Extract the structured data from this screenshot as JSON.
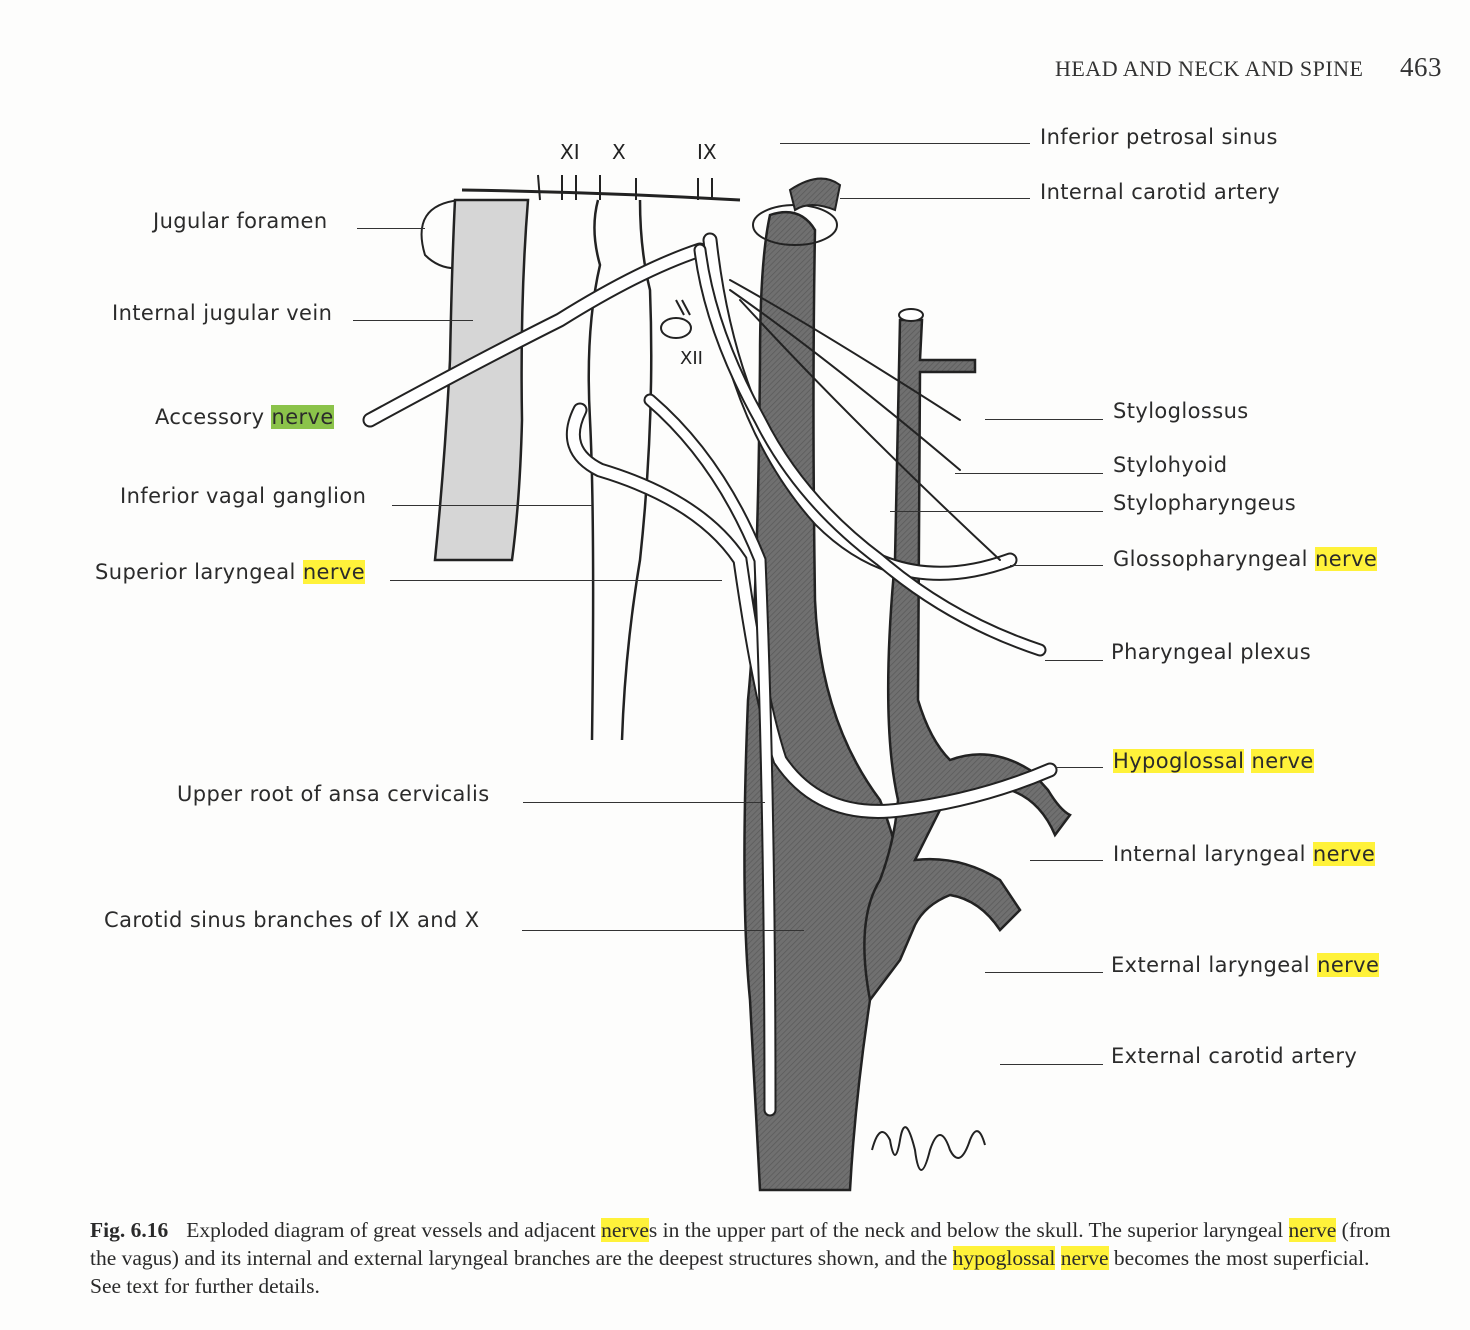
{
  "running_head": {
    "title": "HEAD AND NECK AND SPINE",
    "page_number": "463"
  },
  "cranial_nerves": {
    "xi": "XI",
    "x": "X",
    "ix": "IX",
    "xii": "XII"
  },
  "labels_left": {
    "jugular_foramen": "Jugular foramen",
    "internal_jugular_vein": "Internal jugular vein",
    "accessory": {
      "text": "Accessory",
      "highlight": "nerve"
    },
    "inferior_vagal_ganglion": "Inferior vagal ganglion",
    "superior_laryngeal": {
      "text": "Superior laryngeal",
      "highlight": "nerve"
    },
    "upper_root_ansa": "Upper root of ansa cervicalis",
    "carotid_sinus": "Carotid sinus branches of IX and X"
  },
  "labels_right": {
    "inferior_petrosal_sinus": "Inferior petrosal sinus",
    "internal_carotid_artery": "Internal carotid artery",
    "styloglossus": "Styloglossus",
    "stylohyoid": "Stylohyoid",
    "stylopharyngeus": "Stylopharyngeus",
    "glossopharyngeal": {
      "text": "Glossopharyngeal",
      "highlight": "nerve"
    },
    "pharyngeal_plexus": "Pharyngeal plexus",
    "hypoglossal": {
      "highlight1": "Hypoglossal",
      "highlight2": "nerve"
    },
    "internal_laryngeal": {
      "text": "Internal laryngeal",
      "highlight": "nerve"
    },
    "external_laryngeal": {
      "text": "External laryngeal",
      "highlight": "nerve"
    },
    "external_carotid_artery": "External carotid artery"
  },
  "caption": {
    "fig": "Fig. 6.16",
    "p1": "Exploded diagram of great vessels and adjacent ",
    "h1": "nerve",
    "p2": "s in the upper part of the neck and below the skull. The superior laryngeal ",
    "h2": "nerve",
    "p3": " (from the vagus) and its internal and external laryngeal branches are the deepest structures shown, and the ",
    "h3": "hypoglossal",
    "p4": " ",
    "h4": "nerve",
    "p5": " becomes the most superficial. See text for further details."
  },
  "colors": {
    "highlight_yellow": "#fff23a",
    "highlight_green": "#8bc34a",
    "artery_fill": "#6e6e6e",
    "vein_fill": "#dcdcdc"
  }
}
